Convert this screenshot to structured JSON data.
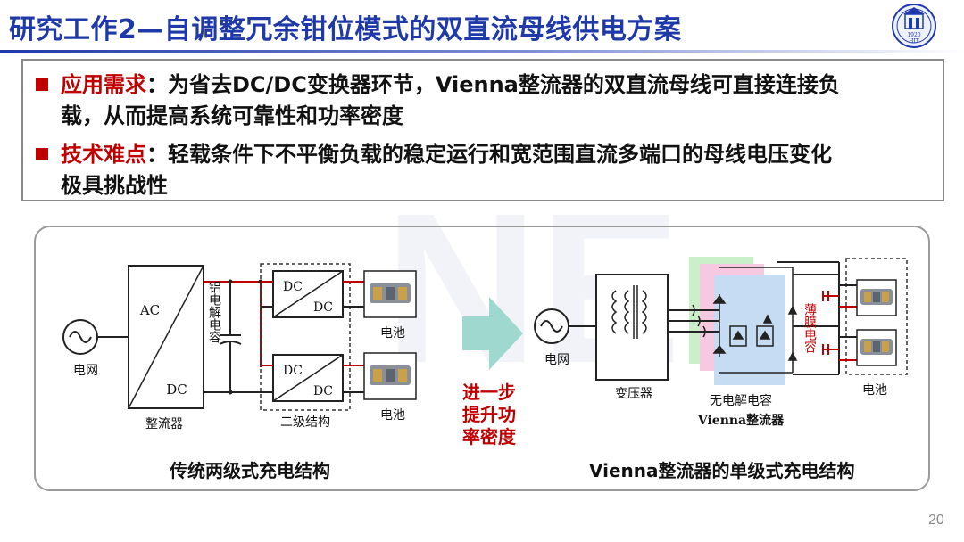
{
  "slide": {
    "title": "研究工作2—自调整冗余钳位模式的双直流母线供电方案",
    "page_number": "20"
  },
  "logo": {
    "year": "1920",
    "abbrev": "HIT"
  },
  "bullets": [
    {
      "keyword": "应用需求",
      "text_line1": "：为省去DC/DC变换器环节，Vienna整流器的双直流母线可直接连接负",
      "text_line2": "载，从而提高系统可靠性和功率密度"
    },
    {
      "keyword": "技术难点",
      "text_line1": "：轻载条件下不平衡负载的稳定运行和宽范围直流多端口的母线电压变化",
      "text_line2": "极具挑战性"
    }
  ],
  "left_diagram": {
    "grid_label": "电网",
    "rectifier_ac": "AC",
    "rectifier_dc": "DC",
    "rectifier_label": "整流器",
    "capacitor_label": "铝电解电容",
    "dc1_in": "DC",
    "dc1_out": "DC",
    "dc2_in": "DC",
    "dc2_out": "DC",
    "second_stage_label": "二级结构",
    "battery1_label": "电池",
    "battery2_label": "电池",
    "caption": "传统两级式充电结构"
  },
  "arrow": {
    "text": [
      "进一步",
      "提升功",
      "率密度"
    ]
  },
  "right_diagram": {
    "grid_label": "电网",
    "transformer_label": "变压器",
    "no_cap_label": "无电解电容",
    "vienna_label": "Vienna整流器",
    "film_cap_label": "薄膜电容",
    "battery_label": "电池",
    "caption": "Vienna整流器的单级式充电结构"
  },
  "colors": {
    "title_blue": "#1f3aa8",
    "accent_red": "#c00000",
    "arrow_fill": "#9fd8cf",
    "highlight_green": "#c9f0c9",
    "highlight_pink": "#f6c9e0",
    "highlight_blue": "#c6dcf2"
  }
}
